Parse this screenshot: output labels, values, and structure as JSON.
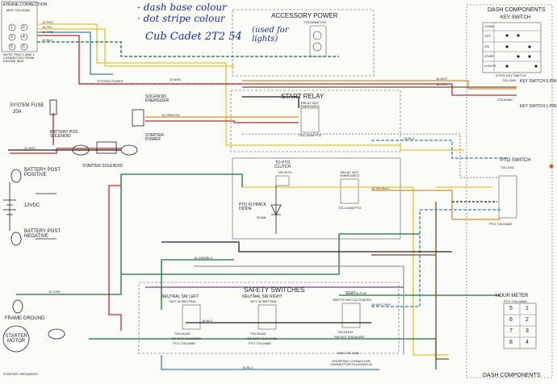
{
  "notes": {
    "line1": "- dash base colour",
    "line2": "· dot stripe colour",
    "used_for_lights": "(used for lights)",
    "model": "Cub Cadet 2T2 54"
  },
  "engine": {
    "title": "ENGINE CONNECTION",
    "part": "MSD 725-04052",
    "note": "NOTE: PINS 1 AND 4 CONNECTED FROM ENGINE SIDE",
    "pins": [
      "1",
      "2",
      "3",
      "4",
      "5",
      "6"
    ]
  },
  "system_fuse": {
    "title": "SYSTEM FUSE",
    "rating": "20A"
  },
  "battery": {
    "post_positive": "BATTERY POST POSITIVE",
    "voltage": "12VDC",
    "post_negative": "BATTERY POST NEGATIVE",
    "pos_solenoid": "BATTERY POS SOLENOID",
    "frame_ground": "FRAME GROUND",
    "starter_motor": "STARTER MOTOR",
    "starter_grounded": "STARTER GROUNDED"
  },
  "solenoid": {
    "starter_solenoid": "STARTER SOLENOID",
    "energized": "SOLENOID ENERGIZER",
    "starter_power": "STARTER POWER"
  },
  "accessory_power": {
    "title": "ACCESSORY POWER",
    "part": "725-04808 PTO"
  },
  "start_relay": {
    "title": "START RELAY",
    "relay": "RELAY NOT ENERGIZED",
    "part": "725-14486 PTO"
  },
  "pto_clutch": {
    "title": "TO PTO CLUTCH",
    "part": "725-4073",
    "diode": "PTO FLYBACK DIODE",
    "diode_part": "32268",
    "relay": "RELAY NOT ENERGIZED",
    "relay_part": "725-14486 PTO"
  },
  "safety": {
    "title": "SAFETY SWITCHES",
    "left": {
      "title": "NEUTRAL SW LEFT",
      "state": "NOT IN NEUTRAL",
      "part": "725-04163",
      "sw": "SW NOT ENGAGED",
      "pto": "PTO 725-04687"
    },
    "right": {
      "title": "NEUTRAL SW RIGHT",
      "state": "NOT IN NEUTRAL",
      "part": "725-04163",
      "sw": "SW NOT ENGAGED",
      "pto": "PTO 725-04687"
    },
    "seat": {
      "title": "SEAT",
      "state": "SWITCH NOT ACTIVATED",
      "part": "725-04163",
      "sw": "SW NOT ENGAGED"
    },
    "msd_part": "MSD 725-1188",
    "shorting": "SHORTING CONNECTOR CONNECTOR PLUGGED IN"
  },
  "dash": {
    "title": "DASH COMPONENTS",
    "key_switch": "KEY SWITCH",
    "conn": "CONN",
    "states": [
      "OFF",
      "ON",
      "START",
      "LIGHTS"
    ],
    "positions": "3 POS KEY SWITCH",
    "key_part": "725-1564",
    "key_switch_5pin": "KEY SWITCH 5-PIN",
    "key_switch_1pin": "KEY SWITCH 1-PIN",
    "key_part2": "725-04587",
    "pto_switch": "PTO SWITCH",
    "pto_part": "725-1032",
    "pto_part2": "PTO 725-04829",
    "hour_meter": "HOUR METER",
    "hour_part": "PTO 725-04840",
    "hour_pins": [
      "5",
      "1",
      "6",
      "2",
      "7",
      "3",
      "8",
      "4"
    ],
    "footer": "DASH COMPONENTS"
  },
  "wire_labels": [
    "10 RED",
    "16 YEL",
    "16 ORN",
    "16 BLK",
    "16 BRN",
    "16 WHT",
    "18 GRN",
    "18 BLU",
    "16 GRN",
    "16 PUR",
    "SYSTEM POWER",
    "10 RED",
    "16 WHT/GRY",
    "16 YEL/BLU",
    "18 GRN/BLK",
    "16 ORN/YEL",
    "16 BLK",
    "16 BLU"
  ],
  "colors": {
    "red": "#c4262b",
    "yellow": "#e7c227",
    "green": "#16703a",
    "orange": "#e08a2a",
    "brown": "#7a4b26",
    "blue": "#3b7fb5",
    "black": "#222222",
    "white": "#9a9a9a",
    "pen": "#1a2f9c"
  }
}
